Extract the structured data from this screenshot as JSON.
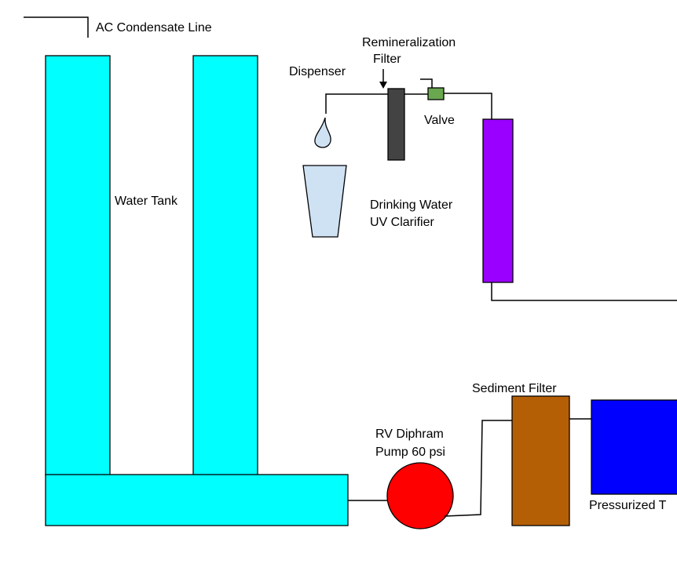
{
  "labels": {
    "ac_condensate": "AC Condensate Line",
    "water_tank": "Water Tank",
    "remineralization_line1": "Remineralization",
    "remineralization_line2": "Filter",
    "dispenser": "Dispenser",
    "valve": "Valve",
    "uv_line1": "Drinking Water",
    "uv_line2": "UV Clarifier",
    "sediment_filter": "Sediment Filter",
    "pump_line1": "RV Diphram",
    "pump_line2": "Pump 60 psi",
    "pressurized": "Pressurized T"
  },
  "colors": {
    "tank": "#00ffff",
    "remineralization_filter": "#434343",
    "valve": "#6aa84f",
    "uv_clarifier": "#9900ff",
    "cup": "#cfe2f3",
    "droplet": "#cfe2f3",
    "pump": "#ff0000",
    "sediment_filter": "#b45f06",
    "pressurized_tank": "#0000ff"
  }
}
